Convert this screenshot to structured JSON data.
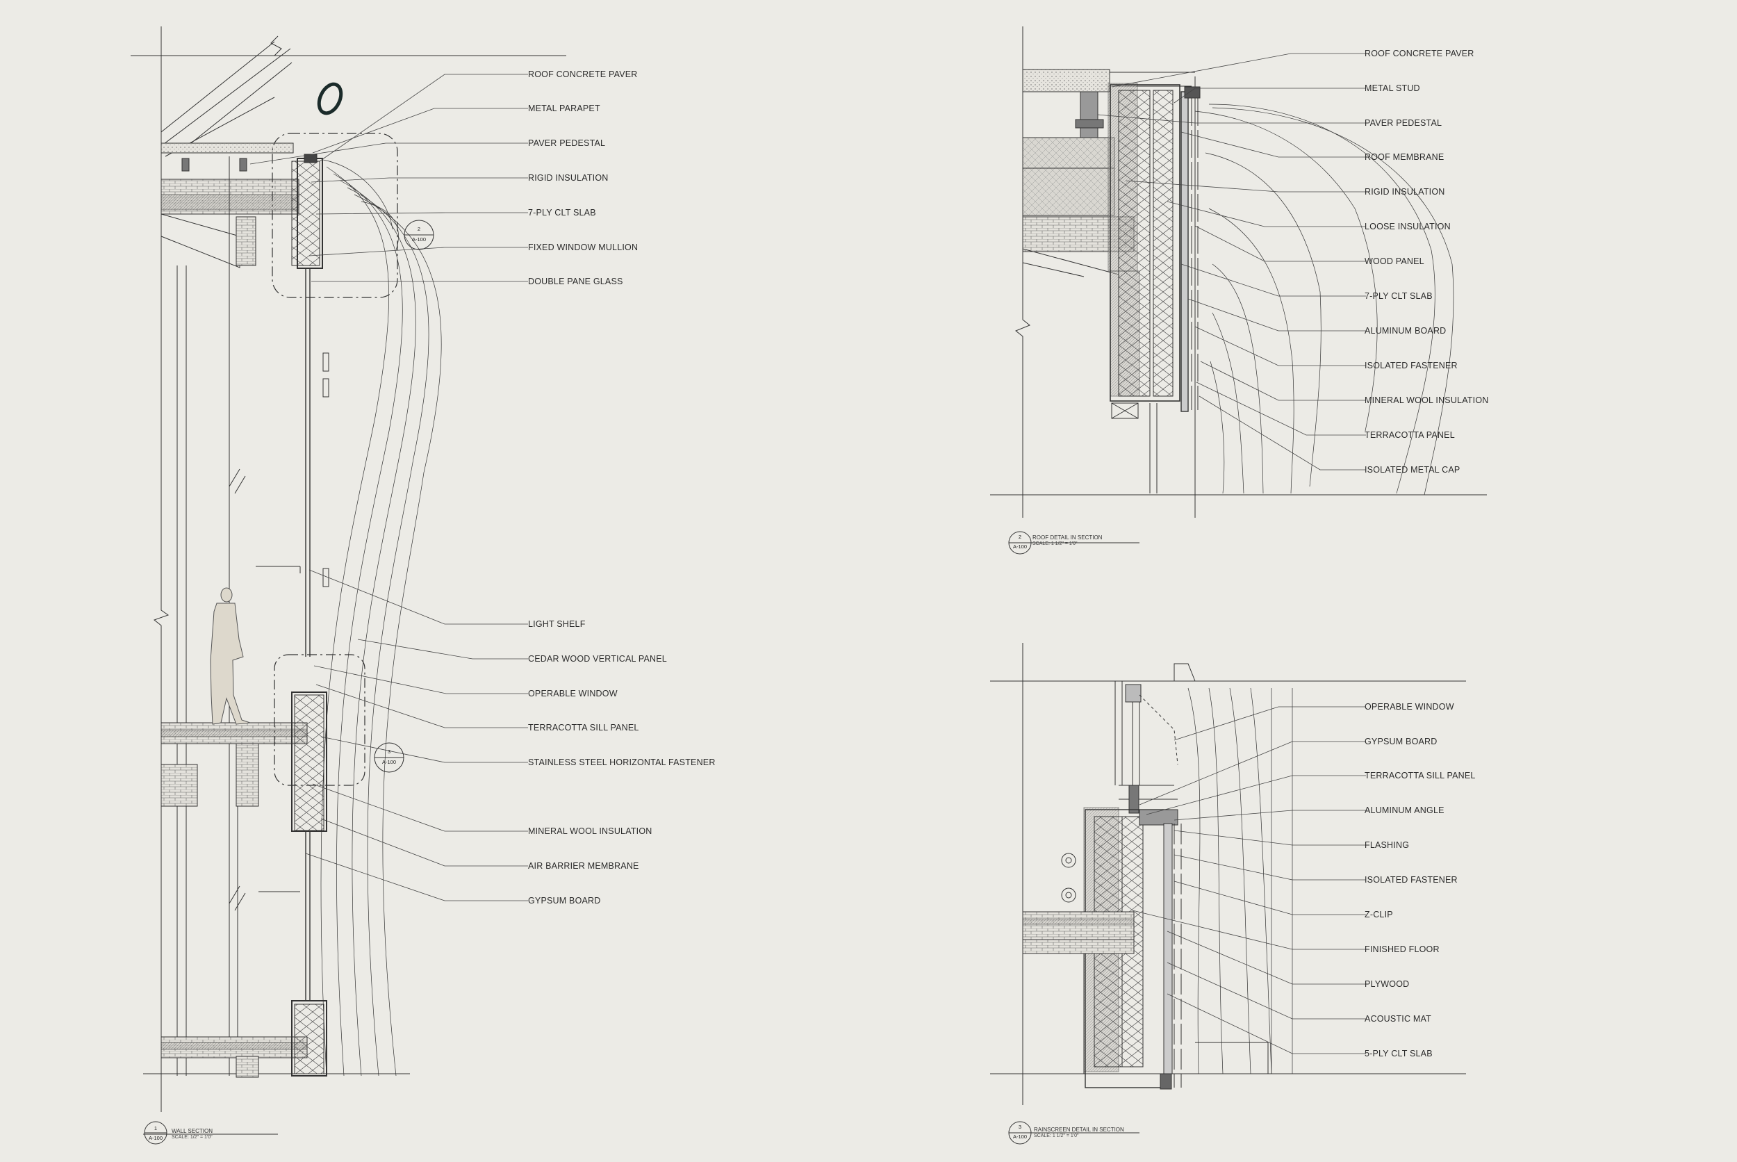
{
  "detail_1": {
    "number": "1",
    "sheet": "A-100",
    "title": "WALL SECTION",
    "scale": "SCALE: 1/2\" = 1'0\"",
    "callout_2": {
      "number": "2",
      "sheet": "A-100"
    },
    "callout_3": {
      "number": "3",
      "sheet": "A-100"
    },
    "labels": [
      "ROOF CONCRETE PAVER",
      "METAL PARAPET",
      "PAVER PEDESTAL",
      "RIGID INSULATION",
      "7-PLY CLT SLAB",
      "FIXED WINDOW MULLION",
      "DOUBLE PANE GLASS",
      "LIGHT SHELF",
      "CEDAR WOOD VERTICAL PANEL",
      "OPERABLE WINDOW",
      "TERRACOTTA SILL PANEL",
      "STAINLESS STEEL HORIZONTAL FASTENER",
      "MINERAL WOOL INSULATION",
      "AIR BARRIER MEMBRANE",
      "GYPSUM BOARD"
    ]
  },
  "detail_2": {
    "number": "2",
    "sheet": "A-100",
    "title": "ROOF DETAIL IN SECTION",
    "scale": "SCALE: 1 1/2\" = 1'0\"",
    "labels": [
      "ROOF CONCRETE PAVER",
      "METAL STUD",
      "PAVER PEDESTAL",
      "ROOF MEMBRANE",
      "RIGID INSULATION",
      "LOOSE INSULATION",
      "WOOD PANEL",
      "7-PLY CLT SLAB",
      "ALUMINUM BOARD",
      "ISOLATED FASTENER",
      "MINERAL WOOL INSULATION",
      "TERRACOTTA PANEL",
      "ISOLATED METAL CAP"
    ]
  },
  "detail_3": {
    "number": "3",
    "sheet": "A-100",
    "title": "RAINSCREEN DETAIL IN SECTION",
    "scale": "SCALE: 1 1/2\" = 1'0\"",
    "labels": [
      "OPERABLE WINDOW",
      "GYPSUM BOARD",
      "TERRACOTTA SILL PANEL",
      "ALUMINUM ANGLE",
      "FLASHING",
      "ISOLATED FASTENER",
      "Z-CLIP",
      "FINISHED FLOOR",
      "PLYWOOD",
      "ACOUSTIC MAT",
      "5-PLY CLT SLAB"
    ]
  }
}
